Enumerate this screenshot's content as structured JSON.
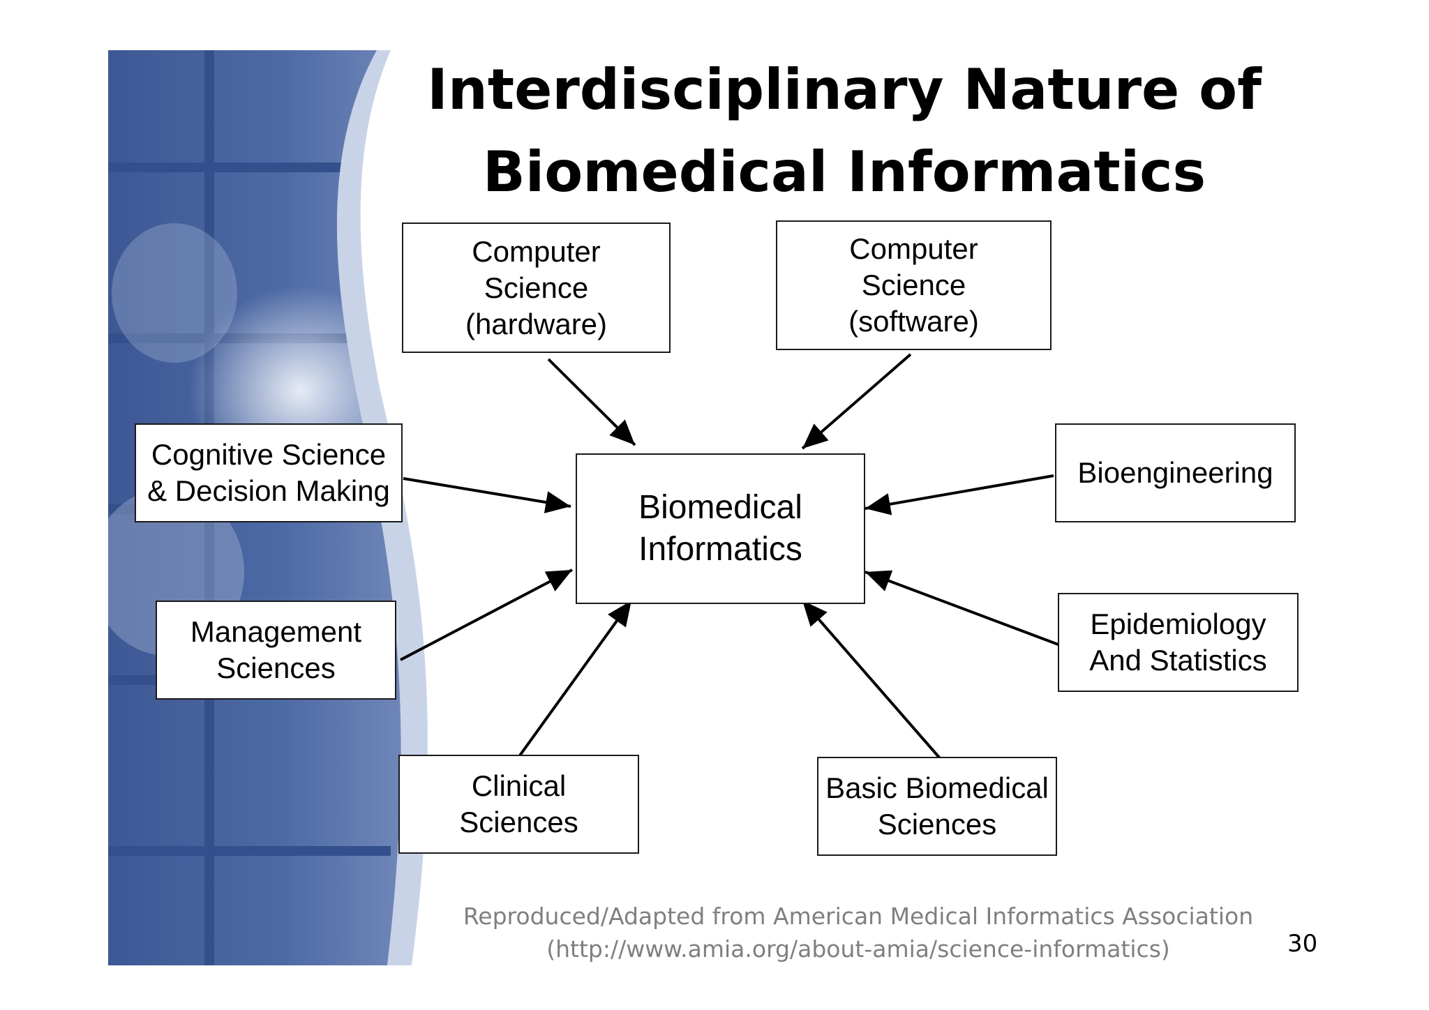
{
  "slide": {
    "title_line1": "Interdisciplinary Nature of",
    "title_line2": "Biomedical Informatics",
    "center_node": {
      "line1": "Biomedical",
      "line2": "Informatics"
    },
    "nodes": {
      "cs_hardware": [
        "Computer",
        "Science",
        "(hardware)"
      ],
      "cs_software": [
        "Computer",
        "Science",
        "(software)"
      ],
      "cognitive": [
        "Cognitive Science",
        "& Decision Making"
      ],
      "bioengineering": [
        "Bioengineering"
      ],
      "management": [
        "Management",
        "Sciences"
      ],
      "epidemiology": [
        "Epidemiology",
        "And Statistics"
      ],
      "clinical": [
        "Clinical",
        "Sciences"
      ],
      "basic_biomedical": [
        "Basic Biomedical",
        "Sciences"
      ]
    },
    "credit_line1": "Reproduced/Adapted from American Medical Informatics Association",
    "credit_line2": "(http://www.amia.org/about-amia/science-informatics)",
    "page_number": "30"
  },
  "colors": {
    "panel_blue": "#3f5b96",
    "panel_light": "#c7d2e6",
    "box_border": "#1a1a1a",
    "credit_gray": "#7f7f7f"
  }
}
